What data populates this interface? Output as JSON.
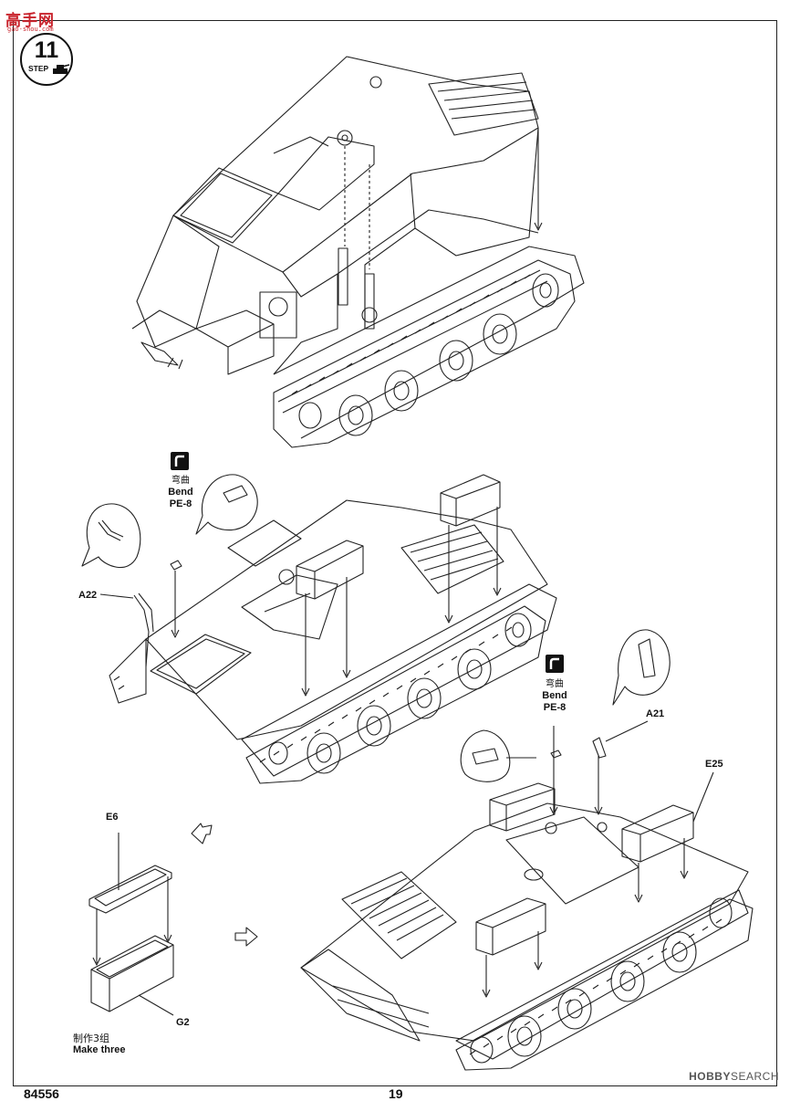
{
  "watermark": {
    "text": "高手网",
    "sub": "gao-shou.com"
  },
  "step": {
    "number": "11",
    "word": "STEP"
  },
  "callouts": {
    "bend_cn": "弯曲",
    "bend_en": "Bend",
    "pe8": "PE-8",
    "a22": "A22",
    "a21": "A21",
    "e25": "E25",
    "e6": "E6",
    "g2": "G2",
    "make_three_cn": "制作3组",
    "make_three_en": "Make three"
  },
  "footer": {
    "left": "84556",
    "page": "19",
    "brand_bold": "HOBBY",
    "brand_rest": "SEARCH"
  }
}
